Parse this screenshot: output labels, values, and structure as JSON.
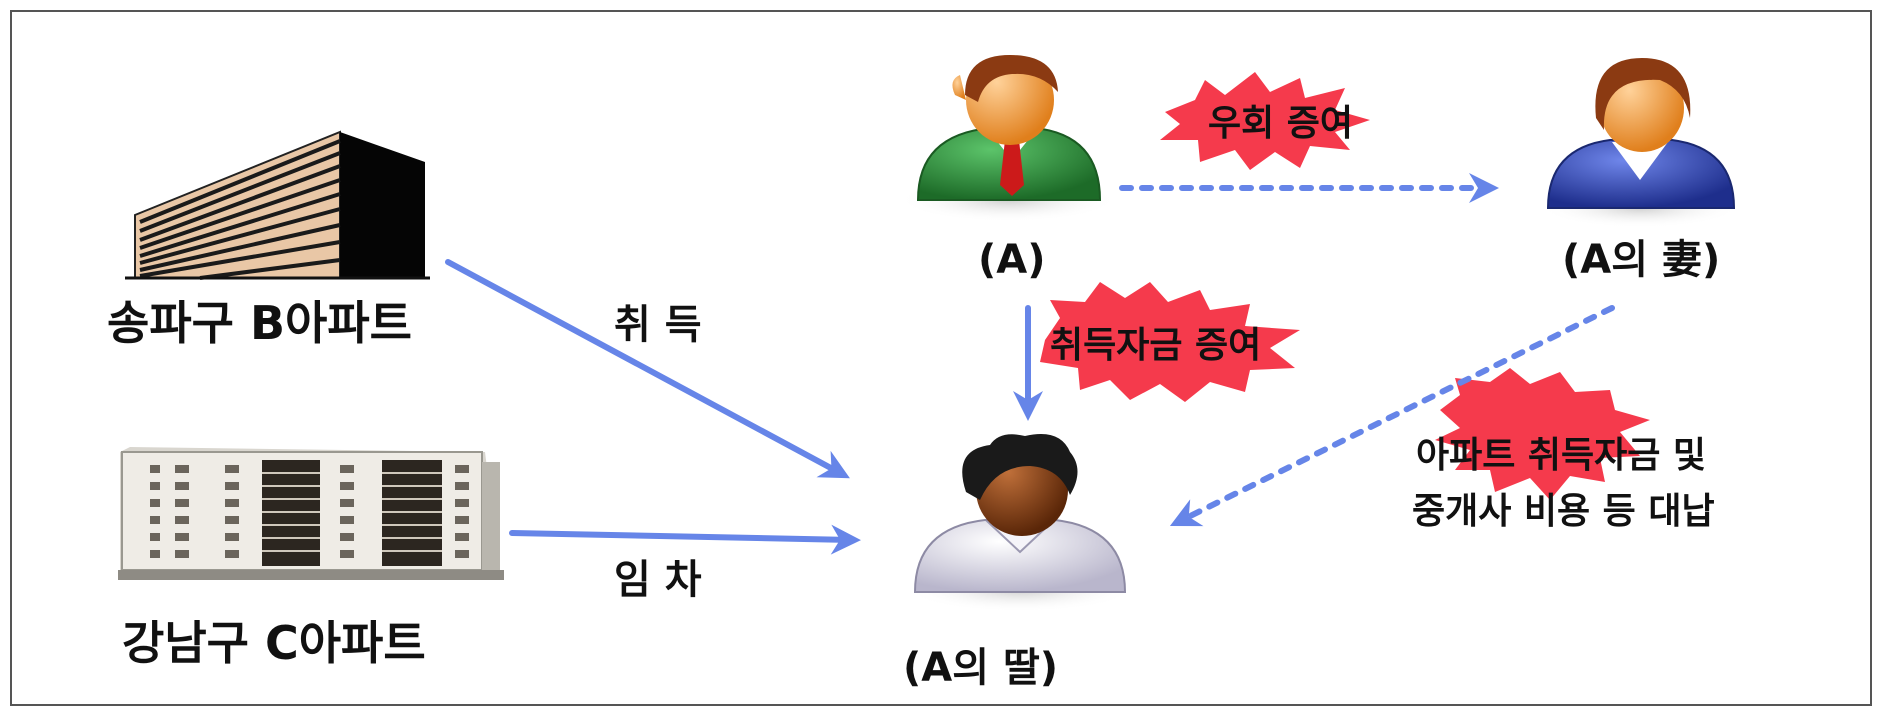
{
  "labels": {
    "building_b": "송파구 B아파트",
    "building_c": "강남구 C아파트",
    "person_a": "(A)",
    "person_wife": "(A의 妻)",
    "person_daughter": "(A의 딸)",
    "acquire": "취 득",
    "lease": "임 차",
    "gift_bypass": "우회 증여",
    "gift_funds": "취득자금 증여",
    "repay_line1": "아파트 취득자금 및",
    "repay_line2": "중개사 비용 등 대납"
  },
  "colors": {
    "arrow": "#6685e8",
    "burst": "#f53a4c",
    "green_suit": "#2e8b3a",
    "blue_suit": "#2f45b8",
    "white_shirt": "#e6e4ef",
    "skin": "#f09a3c",
    "dark_skin": "#7a3a12",
    "hair_brown": "#8b3a12",
    "hair_black": "#1a1a1a",
    "building_tan": "#e9c7a6"
  }
}
